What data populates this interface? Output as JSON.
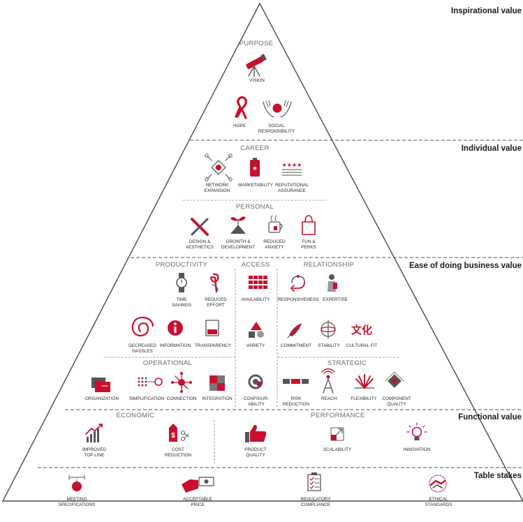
{
  "levels": [
    {
      "label": "Inspirational value"
    },
    {
      "label": "Individual value"
    },
    {
      "label": "Ease of doing business value"
    },
    {
      "label": "Functional value"
    },
    {
      "label": "Table stakes"
    }
  ],
  "sections": {
    "purpose": "PURPOSE",
    "career": "CAREER",
    "personal": "PERSONAL",
    "productivity": "PRODUCTIVITY",
    "access": "ACCESS",
    "relationship": "RELATIONSHIP",
    "operational": "OPERATIONAL",
    "strategic": "STRATEGIC",
    "economic": "ECONOMIC",
    "performance": "PERFORMANCE"
  },
  "elements": [
    {
      "id": "vision",
      "icon": "telescope-icon",
      "lines": [
        "VISION"
      ]
    },
    {
      "id": "hope",
      "icon": "ribbon-icon",
      "lines": [
        "HOPE"
      ]
    },
    {
      "id": "social-responsibility",
      "icon": "hands-globe-icon",
      "lines": [
        "SOCIAL",
        "RESPONSIBILITY"
      ]
    },
    {
      "id": "network-expansion",
      "icon": "network-icon",
      "lines": [
        "NETWORK",
        "EXPANSION"
      ]
    },
    {
      "id": "marketability",
      "icon": "badge-icon",
      "lines": [
        "MARKETABILITY"
      ]
    },
    {
      "id": "reputational-assurance",
      "icon": "stars-icon",
      "lines": [
        "REPUTATIONAL",
        "ASSURANCE"
      ]
    },
    {
      "id": "design-aesthetics",
      "icon": "pencil-ruler-icon",
      "lines": [
        "DESIGN &",
        "AESTHETICS"
      ]
    },
    {
      "id": "growth-development",
      "icon": "sprout-icon",
      "lines": [
        "GROWTH &",
        "DEVELOPMENT"
      ]
    },
    {
      "id": "reduced-anxiety",
      "icon": "tea-cup-icon",
      "lines": [
        "REDUCED",
        "ANXIETY"
      ]
    },
    {
      "id": "fun-perks",
      "icon": "shopping-bag-icon",
      "lines": [
        "FUN &",
        "PERKS"
      ]
    },
    {
      "id": "time-savings",
      "icon": "watch-icon",
      "lines": [
        "TIME",
        "SAVINGS"
      ]
    },
    {
      "id": "reduced-effort",
      "icon": "knot-icon",
      "lines": [
        "REDUCED",
        "EFFORT"
      ]
    },
    {
      "id": "decreased-hassles",
      "icon": "spiral-icon",
      "lines": [
        "DECREASED",
        "HASSLES"
      ]
    },
    {
      "id": "information",
      "icon": "info-icon",
      "lines": [
        "INFORMATION"
      ]
    },
    {
      "id": "transparency",
      "icon": "glass-icon",
      "lines": [
        "TRANSPARENCY"
      ]
    },
    {
      "id": "availability",
      "icon": "grid-icon",
      "lines": [
        "AVAILABILITY"
      ]
    },
    {
      "id": "variety",
      "icon": "shapes-icon",
      "lines": [
        "VARIETY"
      ]
    },
    {
      "id": "responsiveness",
      "icon": "cycle-arrow-icon",
      "lines": [
        "RESPONSIVENESS"
      ]
    },
    {
      "id": "expertise",
      "icon": "expert-icon",
      "lines": [
        "EXPERTISE"
      ]
    },
    {
      "id": "commitment",
      "icon": "quill-icon",
      "lines": [
        "COMMITMENT"
      ]
    },
    {
      "id": "stability",
      "icon": "gyroscope-icon",
      "lines": [
        "STABILITY"
      ]
    },
    {
      "id": "cultural-fit",
      "icon": "characters-icon",
      "lines": [
        "CULTURAL FIT"
      ],
      "glyph": "文化"
    },
    {
      "id": "organization",
      "icon": "folders-icon",
      "lines": [
        "ORGANIZATION"
      ]
    },
    {
      "id": "simplification",
      "icon": "dots-to-circle-icon",
      "lines": [
        "SIMPLIFICATION"
      ]
    },
    {
      "id": "connection",
      "icon": "hub-icon",
      "lines": [
        "CONNECTION"
      ]
    },
    {
      "id": "integration",
      "icon": "puzzle-icon",
      "lines": [
        "INTEGRATION"
      ]
    },
    {
      "id": "configurability",
      "icon": "gear-hand-icon",
      "lines": [
        "CONFIGUR-",
        "ABILITY"
      ]
    },
    {
      "id": "risk-reduction",
      "icon": "chain-link-icon",
      "lines": [
        "RISK",
        "REDUCTION"
      ]
    },
    {
      "id": "reach",
      "icon": "tower-icon",
      "lines": [
        "REACH"
      ]
    },
    {
      "id": "flexibility",
      "icon": "fan-icon",
      "lines": [
        "FLEXIBILITY"
      ]
    },
    {
      "id": "component-quality",
      "icon": "chip-icon",
      "lines": [
        "COMPONENT",
        "QUALITY"
      ]
    },
    {
      "id": "improved-top-line",
      "icon": "growth-chart-icon",
      "lines": [
        "IMPROVED",
        "TOP LINE"
      ]
    },
    {
      "id": "cost-reduction",
      "icon": "price-tag-scissors-icon",
      "lines": [
        "COST",
        "REDUCTION"
      ]
    },
    {
      "id": "product-quality",
      "icon": "thumbs-up-icon",
      "lines": [
        "PRODUCT",
        "QUALITY"
      ]
    },
    {
      "id": "scalability",
      "icon": "expand-icon",
      "lines": [
        "SCALABILITY"
      ]
    },
    {
      "id": "innovation",
      "icon": "light-bulb-icon",
      "lines": [
        "INNOVATION"
      ]
    },
    {
      "id": "meeting-specifications",
      "icon": "target-measure-icon",
      "lines": [
        "MEETING",
        "SPECIFICATIONS"
      ]
    },
    {
      "id": "acceptable-price",
      "icon": "money-hand-icon",
      "lines": [
        "ACCEPTABLE",
        "PRICE"
      ]
    },
    {
      "id": "regulatory-compliance",
      "icon": "checklist-icon",
      "lines": [
        "REGULATORY",
        "COMPLIANCE"
      ]
    },
    {
      "id": "ethical-standards",
      "icon": "handshake-icon",
      "lines": [
        "ETHICAL",
        "STANDARDS"
      ]
    }
  ],
  "colors": {
    "accent": "#c8102e",
    "ink": "#555555",
    "outline": "#4a4a4a"
  }
}
